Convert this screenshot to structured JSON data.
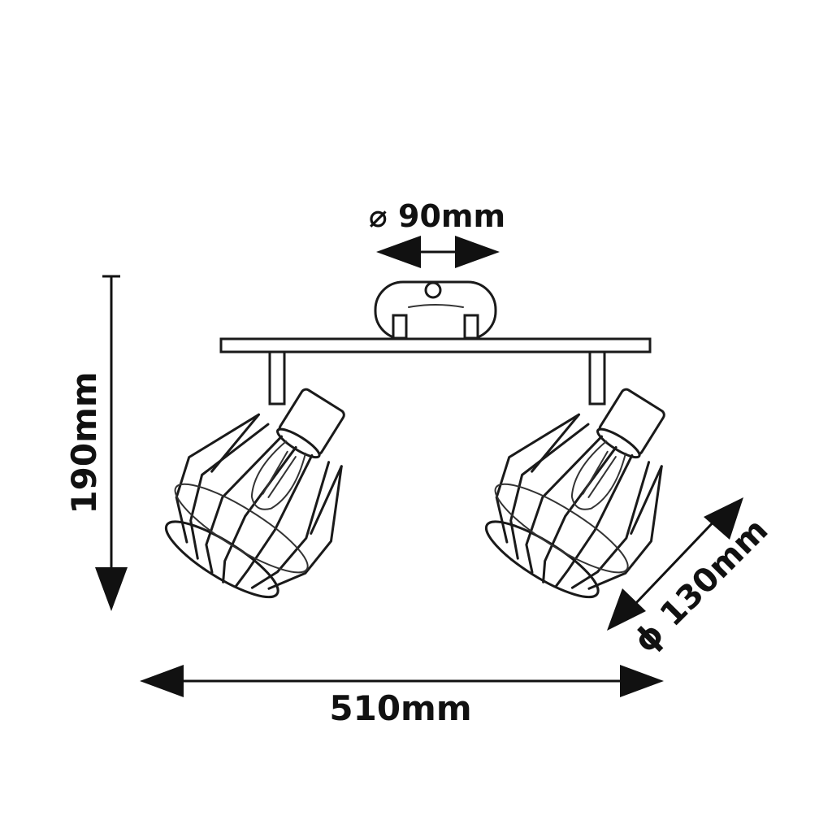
{
  "dimensions": {
    "canopy_diameter": "⌀ 90mm",
    "height": "190mm",
    "width": "510mm",
    "shade_diameter": "ϕ 130mm"
  },
  "colors": {
    "line": "#111111",
    "background": "#ffffff"
  }
}
